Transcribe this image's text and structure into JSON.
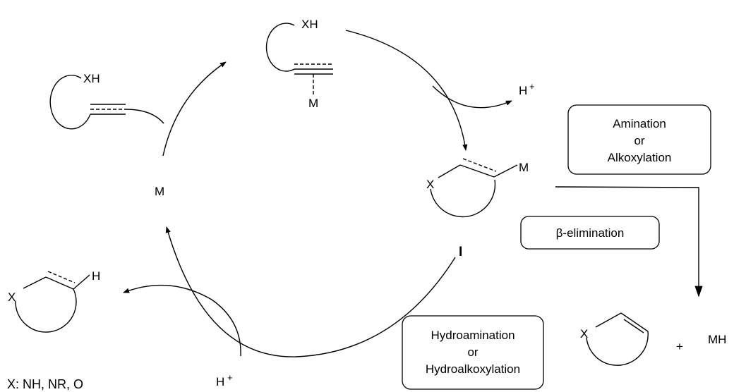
{
  "species": {
    "metal": "M",
    "proton_label": "H",
    "proton_charge": "+",
    "xh": "XH",
    "x": "X",
    "h": "H",
    "intermediate": "I",
    "plus": "+",
    "mh": "MH"
  },
  "legend": {
    "x_definition": "X: NH, NR, O"
  },
  "boxes": {
    "amination": [
      "Amination",
      "or",
      "Alkoxylation"
    ],
    "beta_elimination": "β-elimination",
    "hydroamination": [
      "Hydroamination",
      "or",
      "Hydroalkoxylation"
    ]
  }
}
